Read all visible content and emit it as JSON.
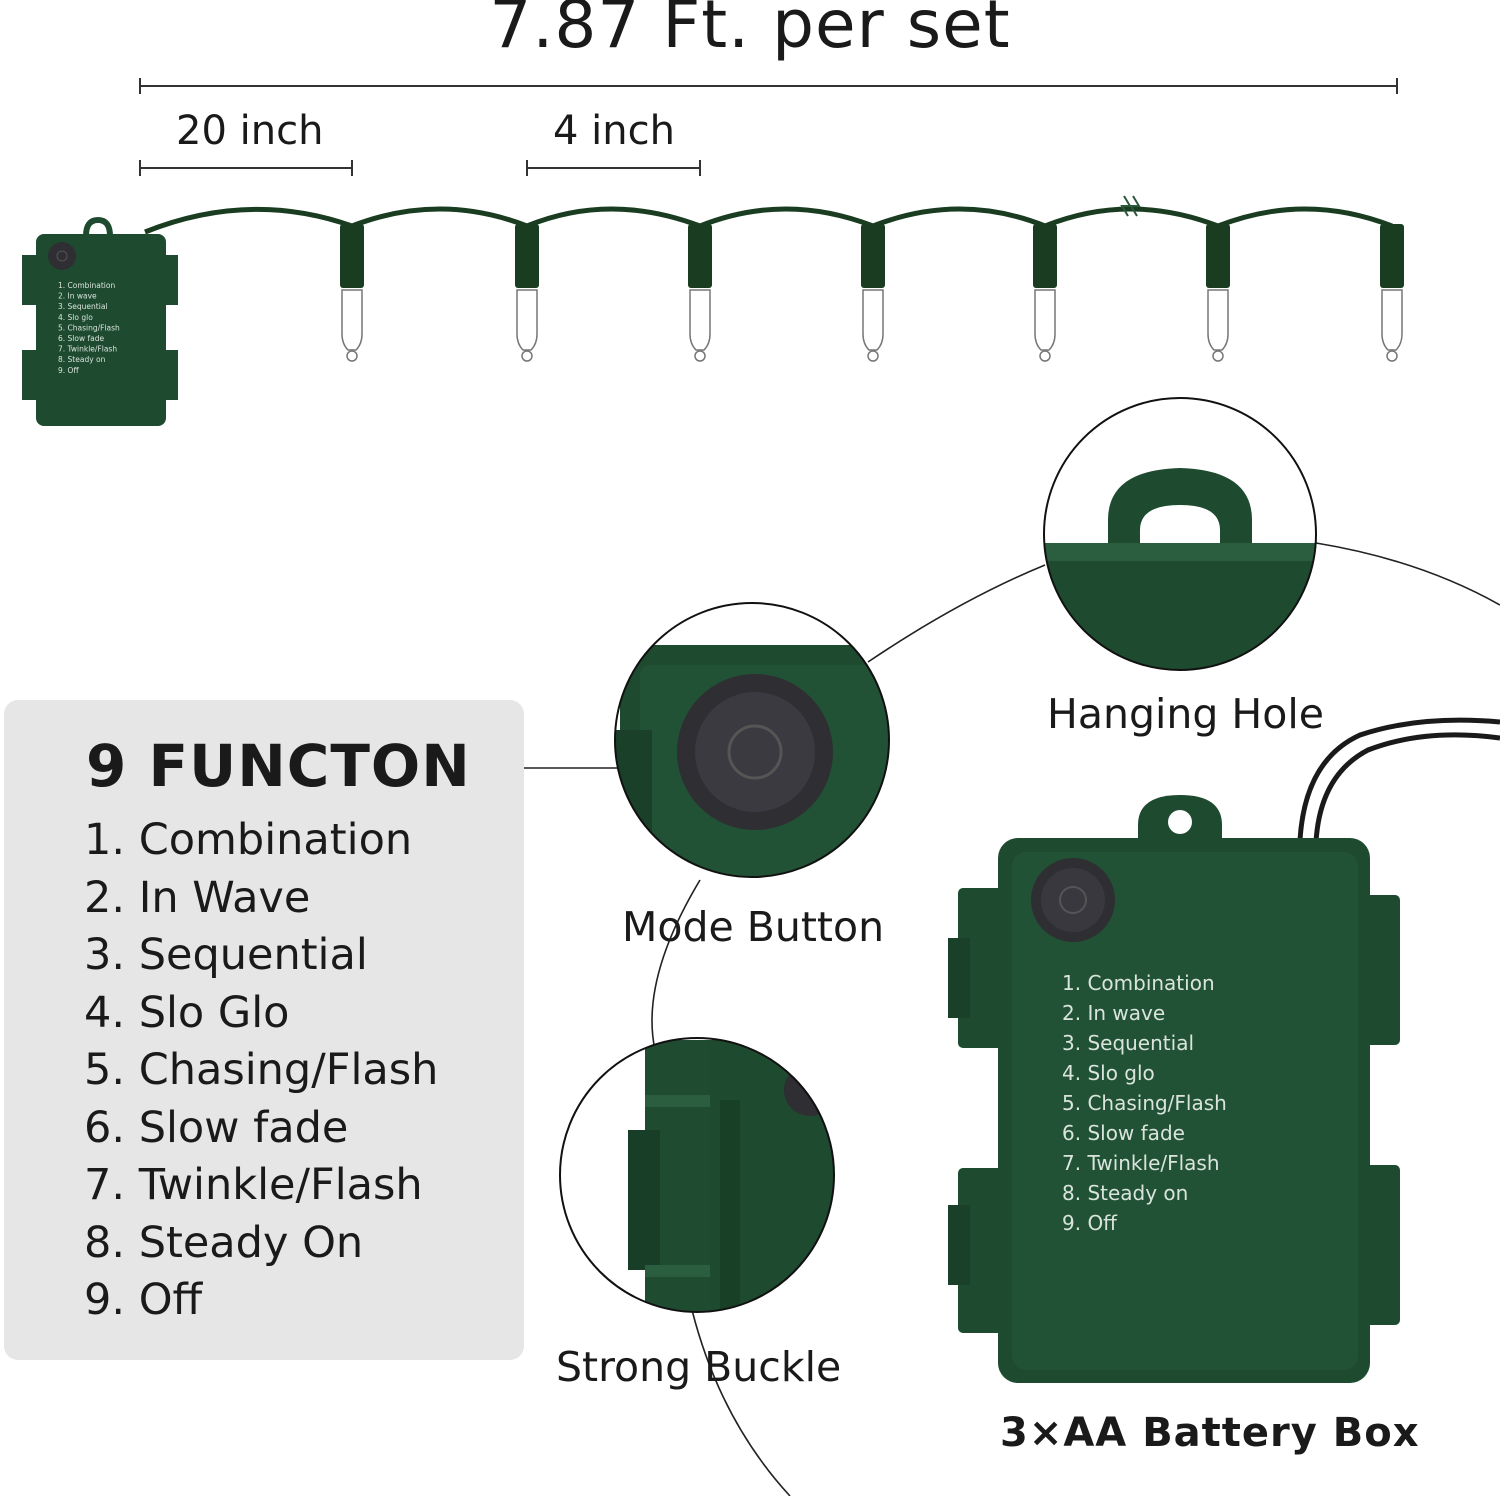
{
  "header": {
    "title": "7.87 Ft. per set",
    "spacing_label": "20 inch",
    "bulb_gap_label": "4 inch"
  },
  "functions": {
    "title": "9 FUNCTON",
    "items": [
      "1. Combination",
      "2. In Wave",
      "3. Sequential",
      "4. Slo Glo",
      "5. Chasing/Flash",
      "6. Slow fade",
      "7. Twinkle/Flash",
      "8. Steady On",
      "9. Off"
    ]
  },
  "box_label": {
    "items": [
      "1. Combination",
      "2. In wave",
      "3. Sequential",
      "4. Slo glo",
      "5. Chasing/Flash",
      "6. Slow fade",
      "7. Twinkle/Flash",
      "8. Steady on",
      "9. Off"
    ]
  },
  "callouts": {
    "hanging_hole": "Hanging Hole",
    "mode_button": "Mode Button",
    "strong_buckle": "Strong Buckle",
    "battery_box": "3×AA Battery Box"
  },
  "colors": {
    "box_green": "#1e4a30",
    "wire_green": "#1a3d22",
    "button_dark": "#2e2e33",
    "panel_gray": "#e6e6e6"
  }
}
